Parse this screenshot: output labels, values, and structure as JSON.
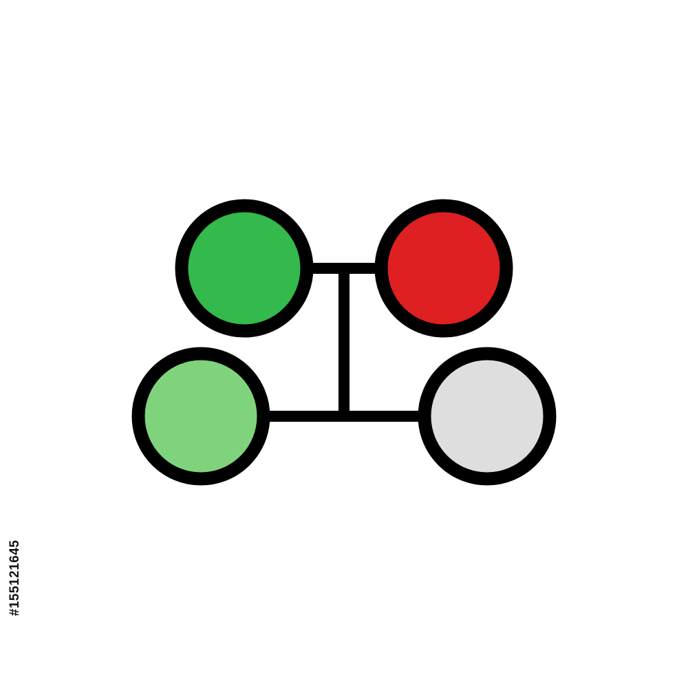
{
  "image": {
    "background_color": "#ffffff",
    "stroke_color": "#000000"
  },
  "icon": {
    "name": "network-nodes-icon",
    "nodes": [
      {
        "name": "node-top-left",
        "fill": "#34b94d"
      },
      {
        "name": "node-top-right",
        "fill": "#de2023"
      },
      {
        "name": "node-bottom-left",
        "fill": "#80d37d"
      },
      {
        "name": "node-bottom-right",
        "fill": "#dedede"
      }
    ]
  },
  "watermark": {
    "stock_id": "#155121645"
  }
}
